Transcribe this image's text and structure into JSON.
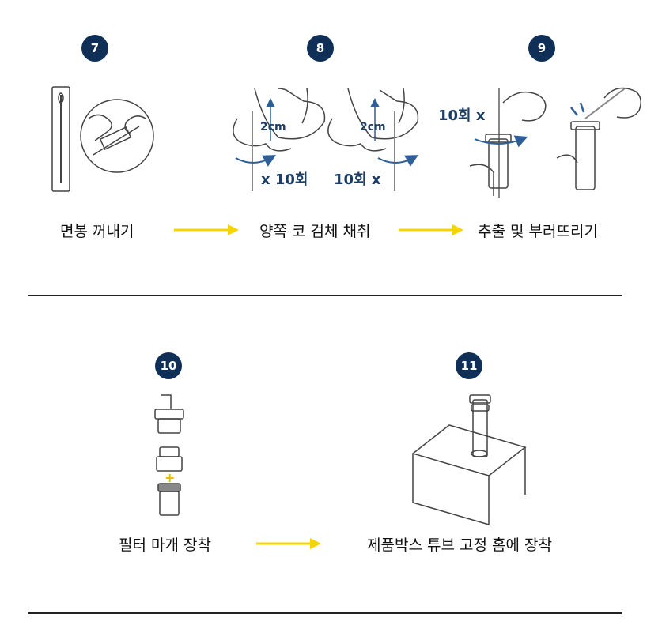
{
  "steps": [
    {
      "number": "7",
      "caption": "면봉 꺼내기"
    },
    {
      "number": "8",
      "caption": "양쪽 코 검체 채취"
    },
    {
      "number": "9",
      "caption": "추출 및 부러뜨리기"
    },
    {
      "number": "10",
      "caption": "필터 마개 장착"
    },
    {
      "number": "11",
      "caption": "제품박스 튜브 고정 홈에 장착"
    }
  ],
  "annotations": {
    "depth": "2cm",
    "rotate_left": "x 10회",
    "rotate_right": "10회 x",
    "rotate_extract": "10회 x",
    "plus": "+"
  },
  "colors": {
    "badge": "#0f2f56",
    "arrow": "#f5d400",
    "illustration_accent": "#2f5f96",
    "line_art": "#444444"
  }
}
